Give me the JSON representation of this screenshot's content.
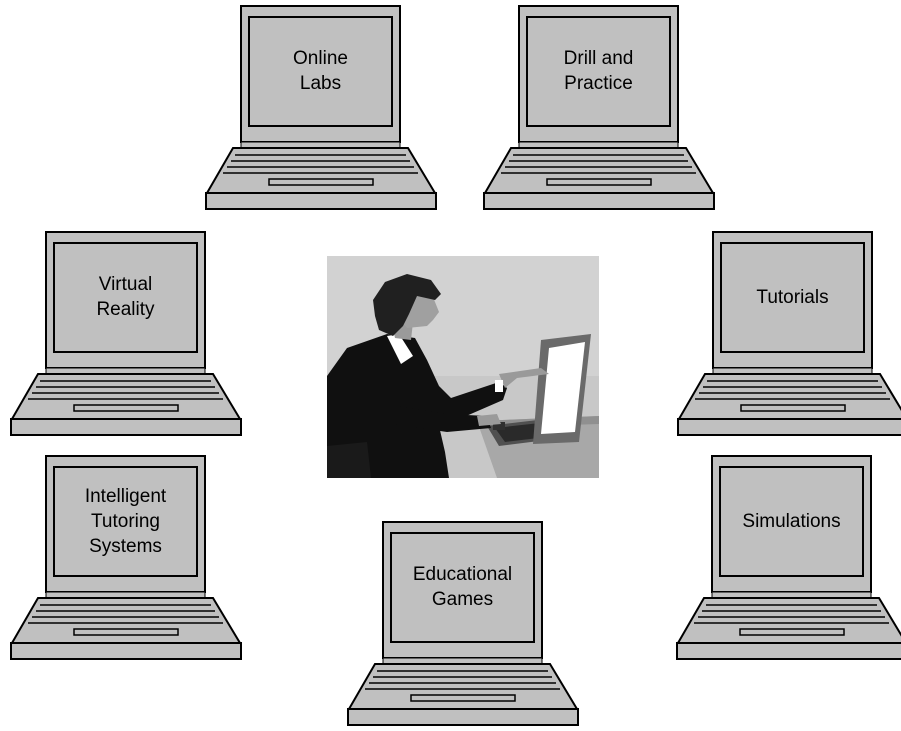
{
  "laptops": [
    {
      "label": "Online\nLabs"
    },
    {
      "label": "Drill and\nPractice"
    },
    {
      "label": "Virtual\nReality"
    },
    {
      "label": "Tutorials"
    },
    {
      "label": "Intelligent\nTutoring\nSystems"
    },
    {
      "label": "Educational\nGames"
    },
    {
      "label": "Simulations"
    }
  ],
  "colors": {
    "laptop_fill": "#c0c0c0",
    "outline": "#000000",
    "illustration_bg": "#c8c8c8",
    "figure": "#101010"
  }
}
